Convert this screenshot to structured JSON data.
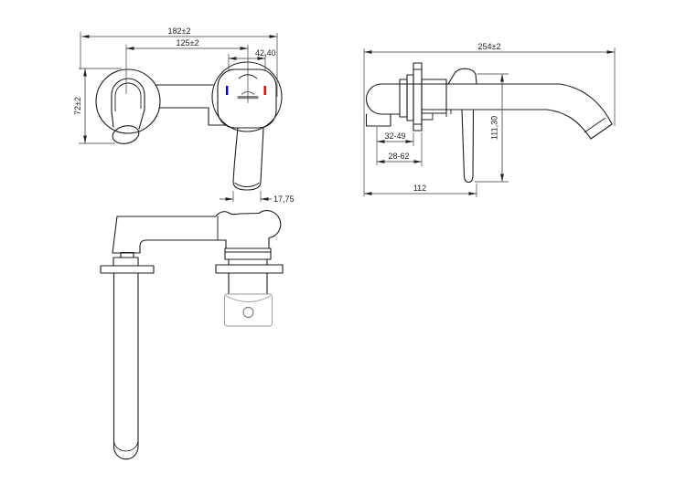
{
  "drawing": {
    "kind": "wall-mounted basin mixer technical drawing",
    "views": {
      "front": {
        "dims": {
          "total_width": "182±2",
          "center_distance": "125±2",
          "plate_width": "42,40",
          "spout_drop": "72±2",
          "handle_width": "17,75"
        }
      },
      "side": {
        "dims": {
          "total_length": "254±2",
          "adjust_range_inner": "32-49",
          "adjust_range_outer": "28-62",
          "handle_height": "111,30",
          "projection": "112"
        }
      }
    },
    "colors": {
      "line": "#1c1c1c",
      "cold_indicator": "#0000dd",
      "hot_indicator": "#dd0000",
      "ghost": "#9a9a9a"
    }
  }
}
